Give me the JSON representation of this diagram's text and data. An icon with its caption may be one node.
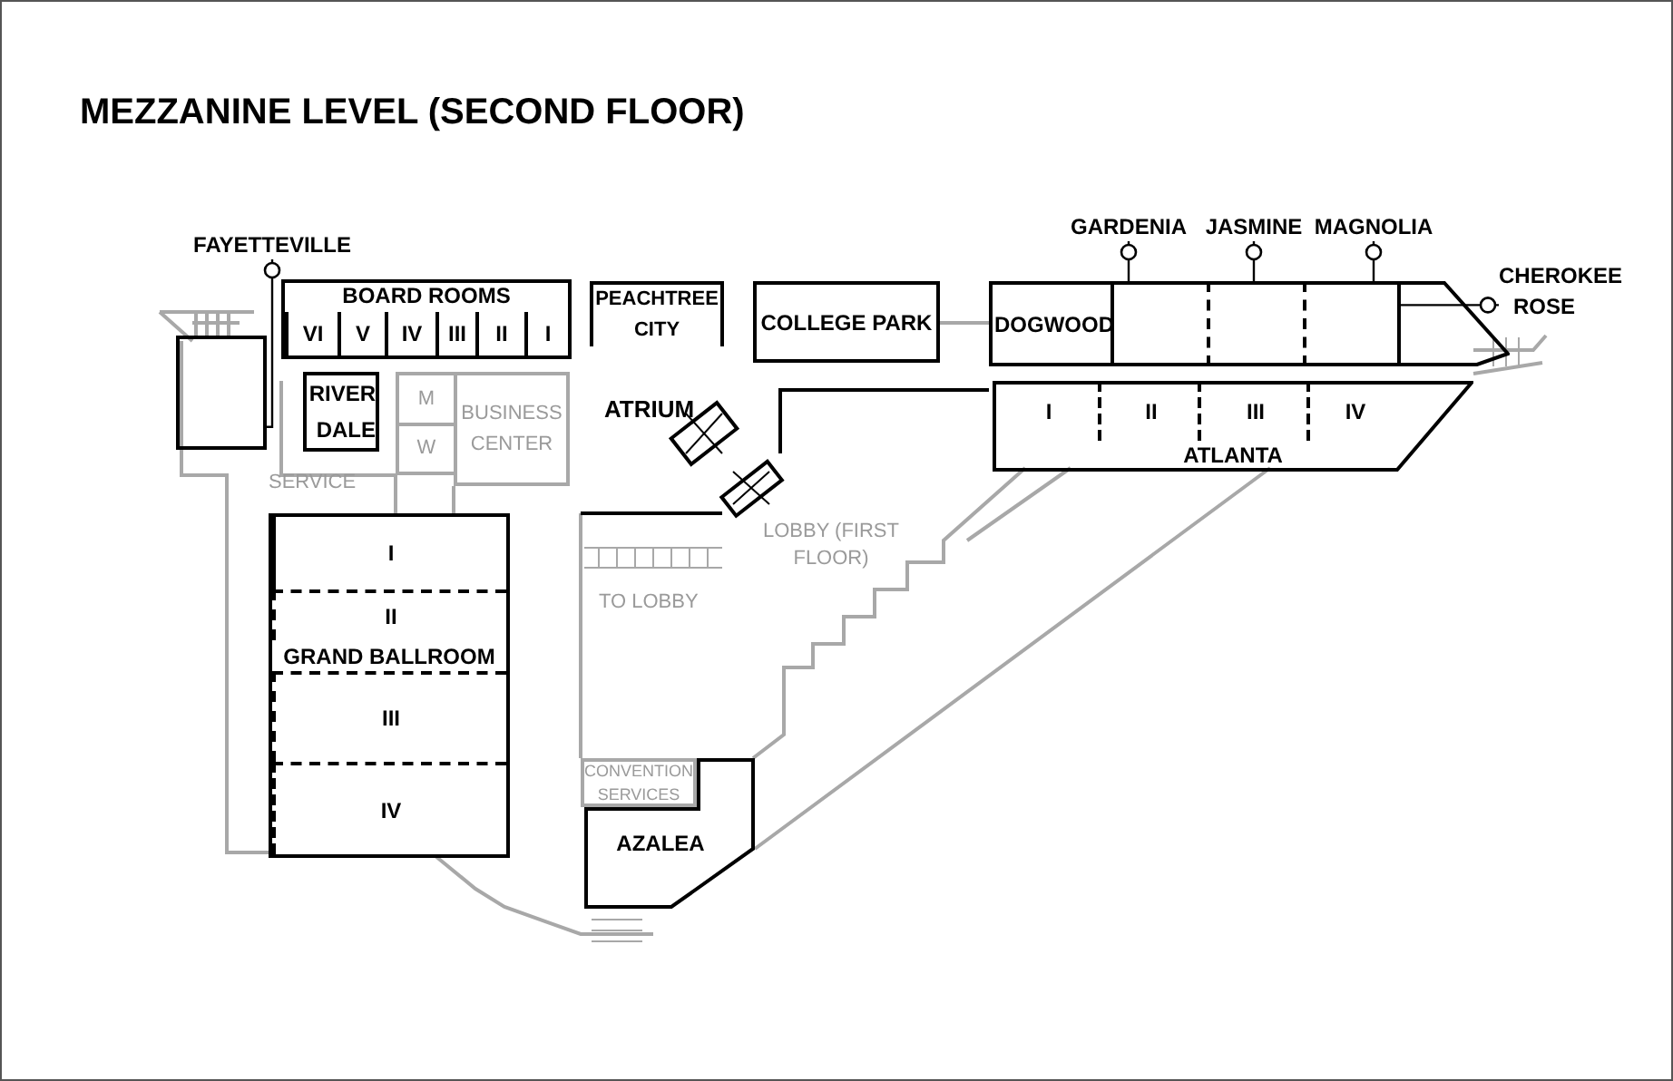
{
  "diagram": {
    "title": "MEZZANINE LEVEL (SECOND FLOOR)",
    "nodes": [
      {
        "text": [
          "FAYETTEVILLE"
        ]
      },
      {
        "text": [],
        "shape": "box"
      },
      {
        "text": [
          "BOARD ROOMS"
        ]
      },
      {
        "text": [
          "VI"
        ],
        "in": 2
      },
      {
        "text": [
          "V"
        ],
        "in": 2
      },
      {
        "text": [
          "IV"
        ],
        "in": 2
      },
      {
        "text": [
          "III"
        ],
        "in": 2
      },
      {
        "text": [
          "II"
        ],
        "in": 2
      },
      {
        "text": [
          "I"
        ],
        "in": 2
      },
      {
        "text": [
          "RIVER DALE"
        ]
      },
      {
        "text": [
          "M"
        ]
      },
      {
        "text": [
          "W"
        ]
      },
      {
        "text": [
          "BUSINESS CENTER"
        ]
      },
      {
        "text": [
          "PEACHTREE CITY"
        ]
      },
      {
        "text": [
          "COLLEGE PARK"
        ]
      },
      {
        "text": [
          "GARDENIA"
        ]
      },
      {
        "text": [
          "JASMINE"
        ]
      },
      {
        "text": [
          "MAGNOLIA"
        ]
      },
      {
        "text": [
          "CHEROKEE ROSE"
        ]
      },
      {
        "text": [
          "DOGWOOD"
        ]
      },
      {
        "text": [],
        "shape": "box"
      },
      {
        "text": [],
        "shape": "box"
      },
      {
        "text": [],
        "shape": "box"
      },
      {
        "text": [],
        "shape": "box"
      },
      {
        "text": [
          "ATLANTA"
        ]
      },
      {
        "text": [
          "I"
        ],
        "in": 24
      },
      {
        "text": [
          "II"
        ],
        "in": 24
      },
      {
        "text": [
          "III"
        ],
        "in": 24
      },
      {
        "text": [
          "IV"
        ],
        "in": 24
      },
      {
        "text": [
          "GRAND BALLROOM"
        ]
      },
      {
        "text": [
          "I"
        ],
        "in": 29
      },
      {
        "text": [
          "II"
        ],
        "in": 29
      },
      {
        "text": [
          "III"
        ],
        "in": 29
      },
      {
        "text": [
          "IV"
        ],
        "in": 29
      },
      {
        "text": [
          "CONVENTION SERVICES"
        ]
      },
      {
        "text": [
          "AZALEA"
        ]
      }
    ],
    "edges": [
      {
        "from": 0,
        "to": 1,
        "arrow": "other"
      },
      {
        "from": 15,
        "to": 20,
        "arrow": "other"
      },
      {
        "from": 16,
        "to": 21,
        "arrow": "other"
      },
      {
        "from": 17,
        "to": 22,
        "arrow": "other"
      },
      {
        "from": 18,
        "to": 23,
        "arrow": "other"
      }
    ],
    "labels": [
      "SERVICE",
      "ATRIUM",
      "LOBBY (FIRST FLOOR)",
      "TO LOBBY"
    ]
  }
}
